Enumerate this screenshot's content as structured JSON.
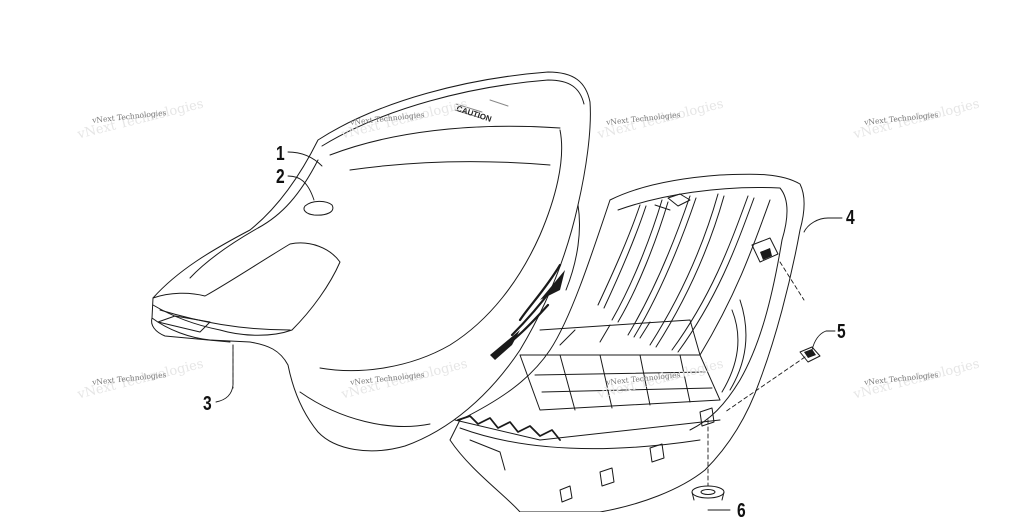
{
  "callouts": [
    {
      "id": "1",
      "label": "1"
    },
    {
      "id": "2",
      "label": "2"
    },
    {
      "id": "3",
      "label": "3"
    },
    {
      "id": "4",
      "label": "4"
    },
    {
      "id": "5",
      "label": "5"
    },
    {
      "id": "6",
      "label": "6"
    }
  ],
  "watermark": {
    "text": "vNext Technologies"
  },
  "seat_decal": {
    "heading": "CAUTION"
  }
}
